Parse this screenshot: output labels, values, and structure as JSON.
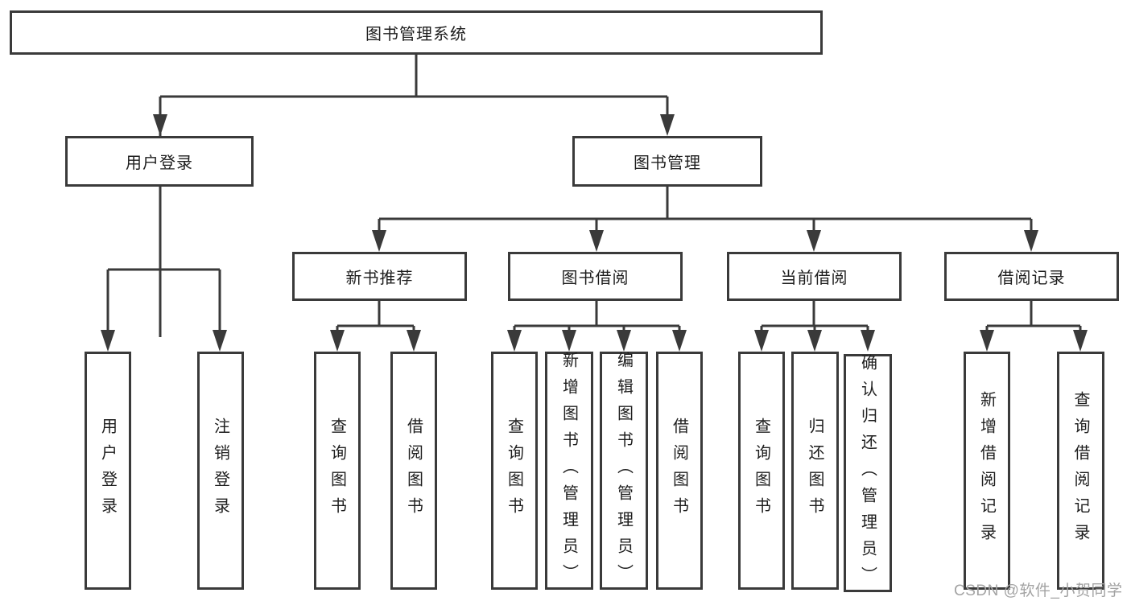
{
  "tree": {
    "label": "图书管理系统",
    "children": [
      {
        "label": "用户登录",
        "children": [
          {
            "label": "用户登录"
          },
          {
            "label": "注销登录"
          }
        ]
      },
      {
        "label": "图书管理",
        "children": [
          {
            "label": "新书推荐",
            "children": [
              {
                "label": "查询图书"
              },
              {
                "label": "借阅图书"
              }
            ]
          },
          {
            "label": "图书借阅",
            "children": [
              {
                "label": "查询图书"
              },
              {
                "label": "新增图书（管理员）"
              },
              {
                "label": "编辑图书（管理员）"
              },
              {
                "label": "借阅图书"
              }
            ]
          },
          {
            "label": "当前借阅",
            "children": [
              {
                "label": "查询图书"
              },
              {
                "label": "归还图书"
              },
              {
                "label": "确认归还（管理员）"
              }
            ]
          },
          {
            "label": "借阅记录",
            "children": [
              {
                "label": "新增借阅记录"
              },
              {
                "label": "查询借阅记录"
              }
            ]
          }
        ]
      }
    ]
  },
  "watermark": "CSDN @软件_小贺同学",
  "colors": {
    "line": "#3a3a3a",
    "text": "#1e1e1e",
    "watermark": "#a3a3a3",
    "background": "#ffffff"
  }
}
